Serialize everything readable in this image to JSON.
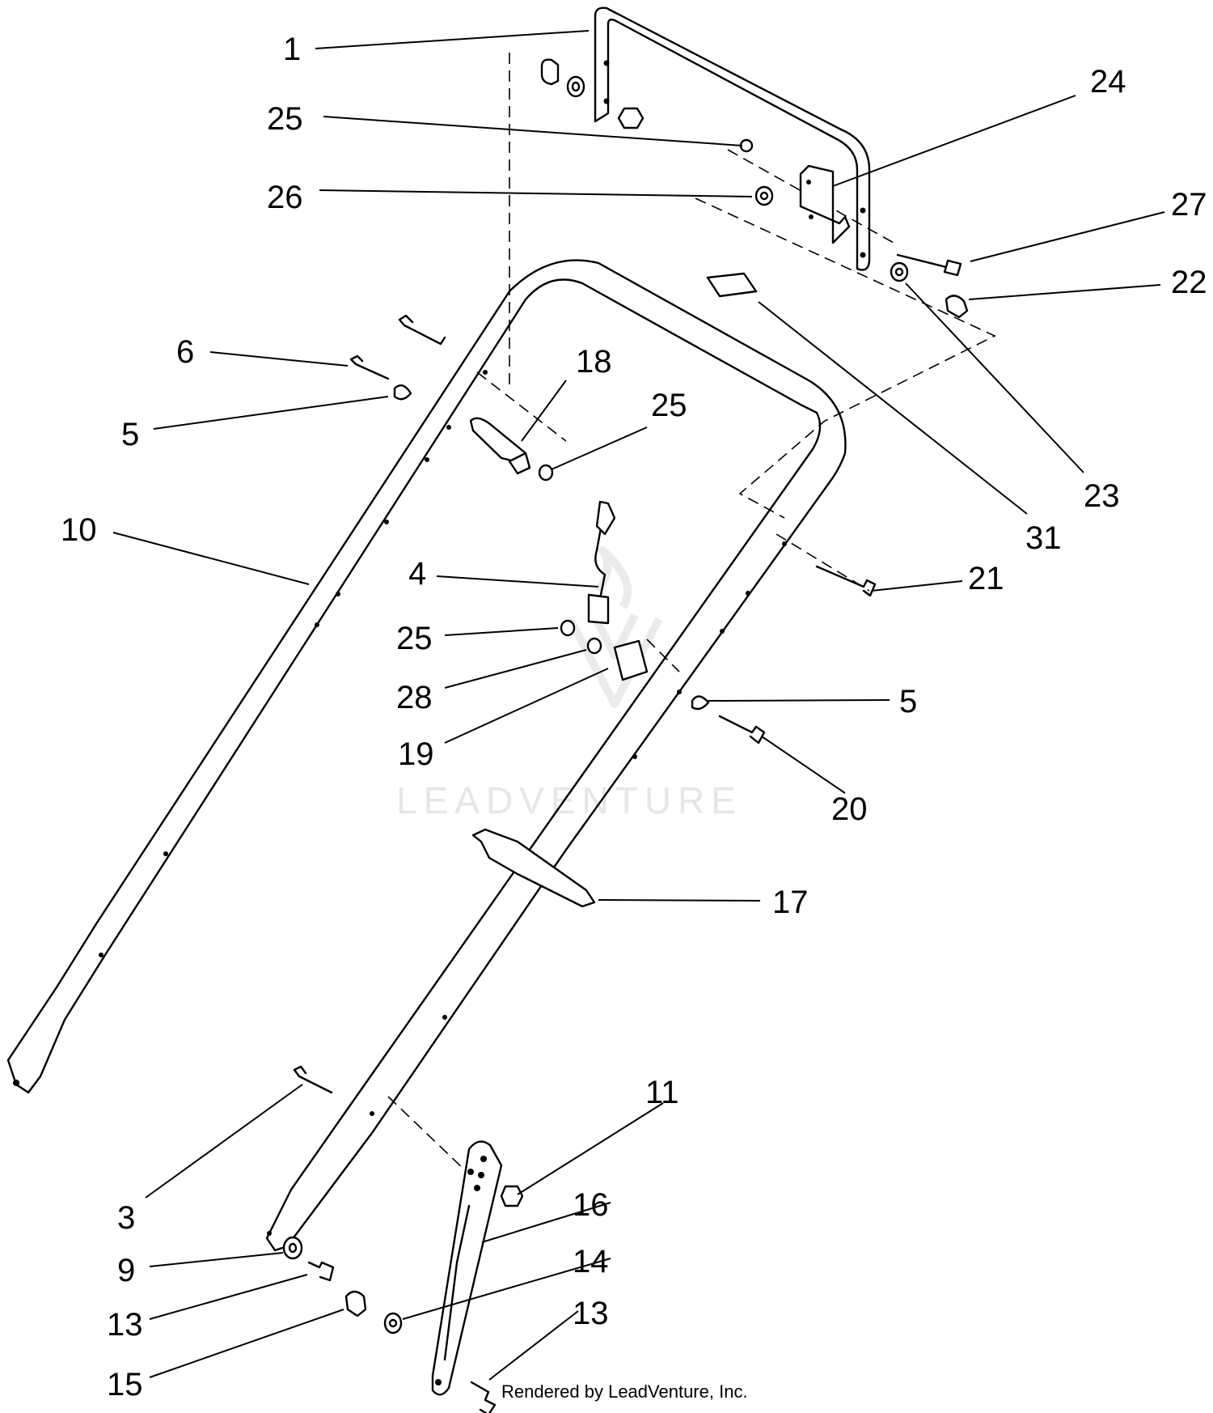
{
  "watermark": {
    "text": "LEADVENTURE"
  },
  "credit": "Rendered by LeadVenture, Inc.",
  "callouts": [
    {
      "id": "c1",
      "label": "1"
    },
    {
      "id": "c25a",
      "label": "25"
    },
    {
      "id": "c26",
      "label": "26"
    },
    {
      "id": "c24",
      "label": "24"
    },
    {
      "id": "c27",
      "label": "27"
    },
    {
      "id": "c22",
      "label": "22"
    },
    {
      "id": "c6",
      "label": "6"
    },
    {
      "id": "c18",
      "label": "18"
    },
    {
      "id": "c25b",
      "label": "25"
    },
    {
      "id": "c5a",
      "label": "5"
    },
    {
      "id": "c23",
      "label": "23"
    },
    {
      "id": "c31",
      "label": "31"
    },
    {
      "id": "c10",
      "label": "10"
    },
    {
      "id": "c4",
      "label": "4"
    },
    {
      "id": "c21",
      "label": "21"
    },
    {
      "id": "c25c",
      "label": "25"
    },
    {
      "id": "c28",
      "label": "28"
    },
    {
      "id": "c5b",
      "label": "5"
    },
    {
      "id": "c19",
      "label": "19"
    },
    {
      "id": "c20",
      "label": "20"
    },
    {
      "id": "c17",
      "label": "17"
    },
    {
      "id": "c11",
      "label": "11"
    },
    {
      "id": "c3",
      "label": "3"
    },
    {
      "id": "c16",
      "label": "16"
    },
    {
      "id": "c9",
      "label": "9"
    },
    {
      "id": "c14",
      "label": "14"
    },
    {
      "id": "c13a",
      "label": "13"
    },
    {
      "id": "c13b",
      "label": "13"
    },
    {
      "id": "c15",
      "label": "15"
    }
  ]
}
